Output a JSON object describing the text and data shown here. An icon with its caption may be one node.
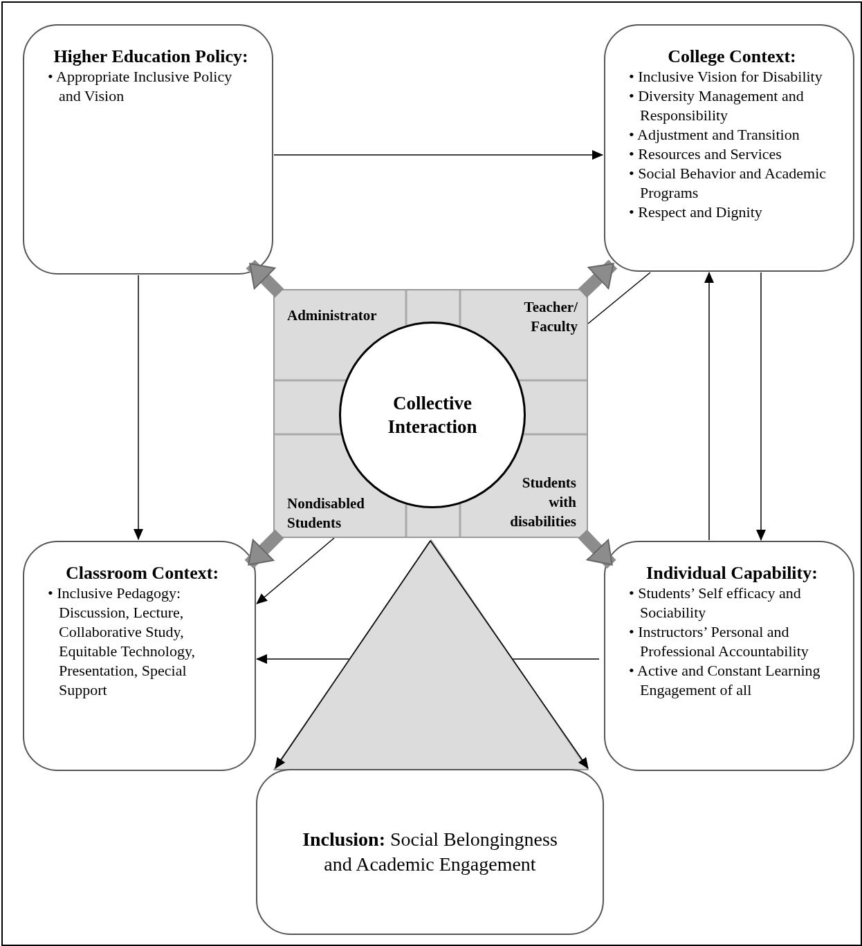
{
  "diagram": {
    "nodes": [
      {
        "text": [
          "Higher Education Policy:",
          "• Appropriate Inclusive Policy and Vision"
        ]
      },
      {
        "text": [
          "College Context:",
          "• Inclusive Vision for Disability",
          "• Diversity Management and Responsibility",
          "• Adjustment and Transition",
          "• Resources and Services",
          "• Social Behavior and Academic Programs",
          "• Respect and Dignity"
        ]
      },
      {
        "text": [],
        "shape": "box"
      },
      {
        "text": [
          "Administrator"
        ],
        "in": 2
      },
      {
        "text": [
          "Teacher/ Faculty"
        ],
        "in": 2
      },
      {
        "text": [
          "Collective Interaction"
        ],
        "in": 2
      },
      {
        "text": [
          "Nondisabled Students"
        ],
        "in": 2
      },
      {
        "text": [
          "Students with disabilities"
        ],
        "in": 2
      },
      {
        "text": [
          "Classroom Context:",
          "• Inclusive Pedagogy: Discussion, Lecture, Collaborative Study, Equitable Technology, Presentation, Special Support"
        ]
      },
      {
        "text": [
          "Individual Capability:",
          "• Students’ Self efficacy and Sociability",
          "• Instructors’ Personal and Professional Accountability",
          "• Active and Constant Learning Engagement of all"
        ]
      },
      {
        "text": [],
        "shape": "triangle"
      },
      {
        "text": [
          "**Inclusion:** Social Belongingness and Academic Engagement"
        ]
      }
    ],
    "edges": [
      {
        "from": 0,
        "to": 1,
        "arrow": "to"
      },
      {
        "from": 0,
        "to": 8,
        "arrow": "to"
      },
      {
        "from": 3,
        "to": 0,
        "arrow": "to",
        "style": "thick",
        "color": "#8c8c8c"
      },
      {
        "from": 4,
        "to": 1,
        "arrow": "to",
        "style": "thick",
        "color": "#8c8c8c"
      },
      {
        "from": 4,
        "to": 1,
        "arrow": "none"
      },
      {
        "from": 6,
        "to": 8,
        "arrow": "to",
        "style": "thick",
        "color": "#8c8c8c"
      },
      {
        "from": 6,
        "to": 8,
        "arrow": "to"
      },
      {
        "from": 7,
        "to": 9,
        "arrow": "to",
        "style": "thick",
        "color": "#8c8c8c"
      },
      {
        "from": 9,
        "to": 1,
        "arrow": "to"
      },
      {
        "from": 1,
        "to": 9,
        "arrow": "to"
      },
      {
        "from": 9,
        "to": 10,
        "arrow": "none"
      },
      {
        "from": 10,
        "to": 8,
        "arrow": "to"
      },
      {
        "from": 10,
        "to": 11,
        "arrow": "to"
      },
      {
        "from": 10,
        "to": 11,
        "arrow": "to"
      }
    ]
  }
}
